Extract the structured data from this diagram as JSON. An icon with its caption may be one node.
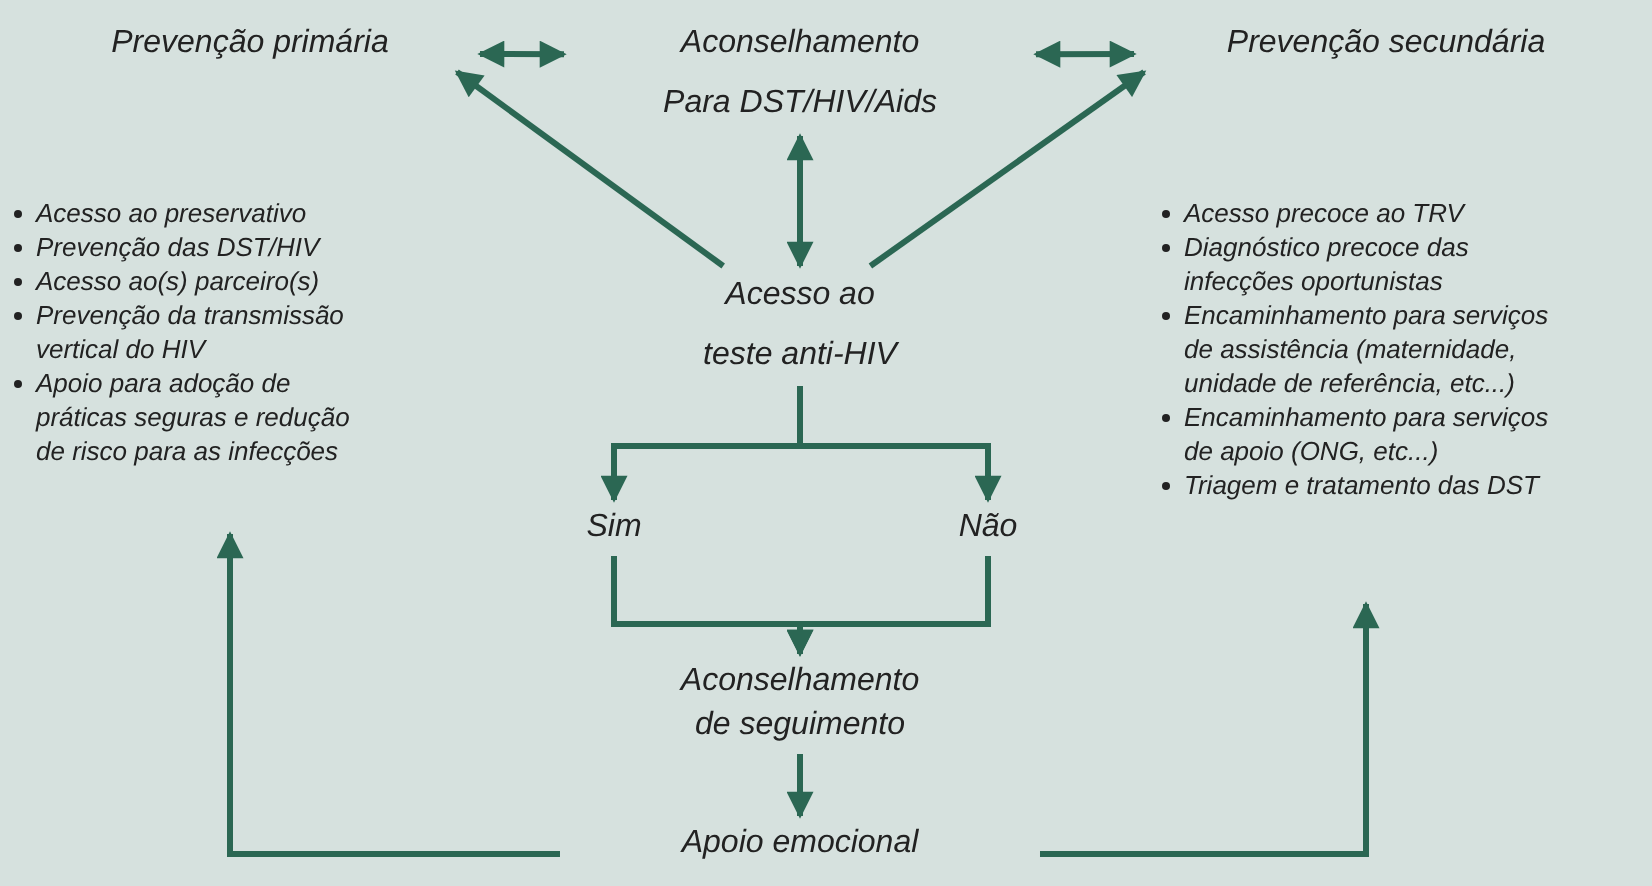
{
  "diagram": {
    "nodes": [
      {
        "text": [
          "Prevenção primária"
        ]
      },
      {
        "text": [
          "Aconselhamento Para DST/HIV/Aids"
        ]
      },
      {
        "text": [
          "Prevenção secundária"
        ]
      },
      {
        "text": [
          "Acesso ao preservativo",
          "Prevenção das DST/HIV",
          "Acesso ao(s) parceiro(s)",
          "Prevenção da transmissão vertical do HIV",
          "Apoio para adoção de práticas seguras e redução de risco para as infecções"
        ]
      },
      {
        "text": [
          "Acesso ao teste anti-HIV"
        ]
      },
      {
        "text": [
          "Sim"
        ]
      },
      {
        "text": [
          "Não"
        ]
      },
      {
        "text": [
          "Aconselhamento de seguimento"
        ]
      },
      {
        "text": [
          "Apoio emocional"
        ]
      },
      {
        "text": [
          "Acesso precoce ao TRV",
          "Diagnóstico precoce das infecções oportunistas",
          "Encaminhamento para serviços de assistência (maternidade, unidade de referência, etc...)",
          "Encaminhamento para serviços de apoio (ONG, etc...)",
          "Triagem e tratamento das DST"
        ]
      }
    ],
    "edges": [
      {
        "from": 0,
        "to": 1,
        "arrow": "both"
      },
      {
        "from": 1,
        "to": 2,
        "arrow": "both"
      },
      {
        "from": 4,
        "to": 0,
        "arrow": "to"
      },
      {
        "from": 4,
        "to": 2,
        "arrow": "to"
      },
      {
        "from": 4,
        "to": 1,
        "arrow": "both"
      },
      {
        "from": 4,
        "to": 5,
        "arrow": "to"
      },
      {
        "from": 4,
        "to": 6,
        "arrow": "to"
      },
      {
        "from": 5,
        "to": 7,
        "arrow": "to"
      },
      {
        "from": 6,
        "to": 7,
        "arrow": "to"
      },
      {
        "from": 7,
        "to": 8,
        "arrow": "to"
      },
      {
        "from": 8,
        "to": 3,
        "arrow": "to"
      },
      {
        "from": 8,
        "to": 9,
        "arrow": "to"
      }
    ]
  }
}
